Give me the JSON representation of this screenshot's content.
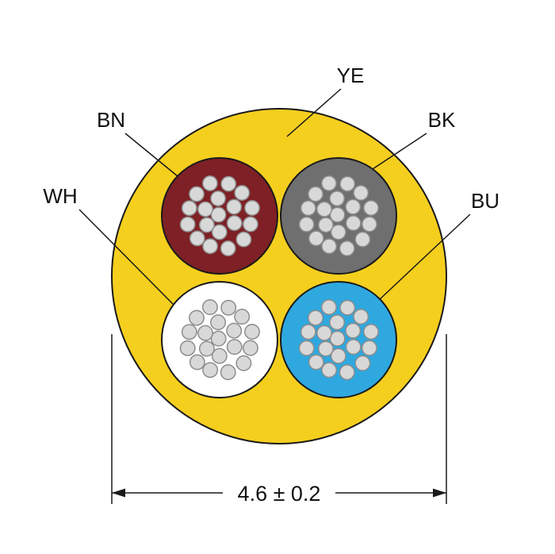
{
  "diagram": {
    "type": "cable-cross-section",
    "jacket": {
      "label": "YE"
    },
    "conductors": [
      {
        "id": "bn",
        "label": "BN",
        "color": "#7E2025"
      },
      {
        "id": "bk",
        "label": "BK",
        "color": "#6F6F6F"
      },
      {
        "id": "wh",
        "label": "WH",
        "color": "#FFFFFF"
      },
      {
        "id": "bu",
        "label": "BU",
        "color": "#2FA8DF"
      }
    ],
    "dimension_label": "4.6 ± 0.2",
    "colors": {
      "jacket": "#F5CF1E",
      "strand_fill": "#D8D8D8",
      "strand_stroke": "#8C8C8C",
      "outline": "#1A1A1A",
      "line": "#1A1A1A"
    }
  }
}
